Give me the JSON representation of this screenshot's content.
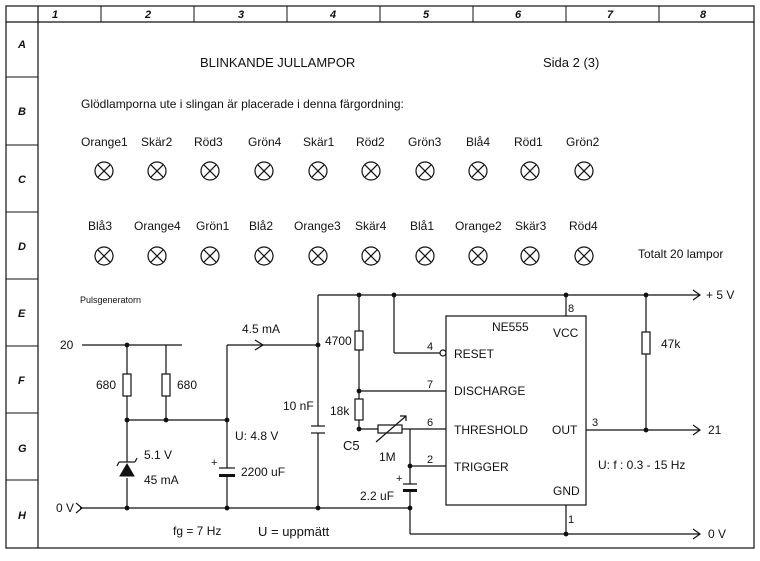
{
  "title": "BLINKANDE  JULLAMPOR",
  "page": "Sida  2 (3)",
  "intro": "Glödlamporna ute i slingan är placerade i denna färgordning:",
  "columns": [
    "1",
    "2",
    "3",
    "4",
    "5",
    "6",
    "7",
    "8"
  ],
  "rows": [
    "A",
    "B",
    "C",
    "D",
    "E",
    "F",
    "G",
    "H"
  ],
  "lamps_row1": [
    "Orange1",
    "Skär2",
    "Röd3",
    "Grön4",
    "Skär1",
    "Röd2",
    "Grön3",
    "Blå4",
    "Röd1",
    "Grön2"
  ],
  "lamps_row2": [
    "Blå3",
    "Orange4",
    "Grön1",
    "Blå2",
    "Orange3",
    "Skär4",
    "Blå1",
    "Orange2",
    "Skär3",
    "Röd4"
  ],
  "total": "Totalt 20 lampor",
  "circuit": {
    "section_label": "Pulsgeneratorn",
    "input_label": "20",
    "ground_left": "0 V",
    "ground_right": "0 V",
    "supply": "+ 5 V",
    "output_label": "21",
    "current": "4.5 mA",
    "r1": "680",
    "r2": "680",
    "zener_v": "5.1 V",
    "zener_i": "45 mA",
    "u_measured": "U:  4.8 V",
    "cap_big": "2200 uF",
    "cap_10n": "10 nF",
    "r_4700": "4700",
    "r_18k": "18k",
    "c5": "C5",
    "pot": "1M",
    "cap_22": "2.2 uF",
    "r_47k": "47k",
    "freq": "U:  f : 0.3 - 15 Hz",
    "fg": "fg = 7 Hz",
    "u_note": "U = uppmätt",
    "ic": {
      "name": "NE555",
      "vcc": "VCC",
      "reset": "RESET",
      "discharge": "DISCHARGE",
      "threshold": "THRESHOLD",
      "trigger": "TRIGGER",
      "out": "OUT",
      "gnd": "GND",
      "pin8": "8",
      "pin4": "4",
      "pin7": "7",
      "pin6": "6",
      "pin2": "2",
      "pin3": "3",
      "pin1": "1"
    },
    "plus1": "+",
    "plus2": "+"
  }
}
